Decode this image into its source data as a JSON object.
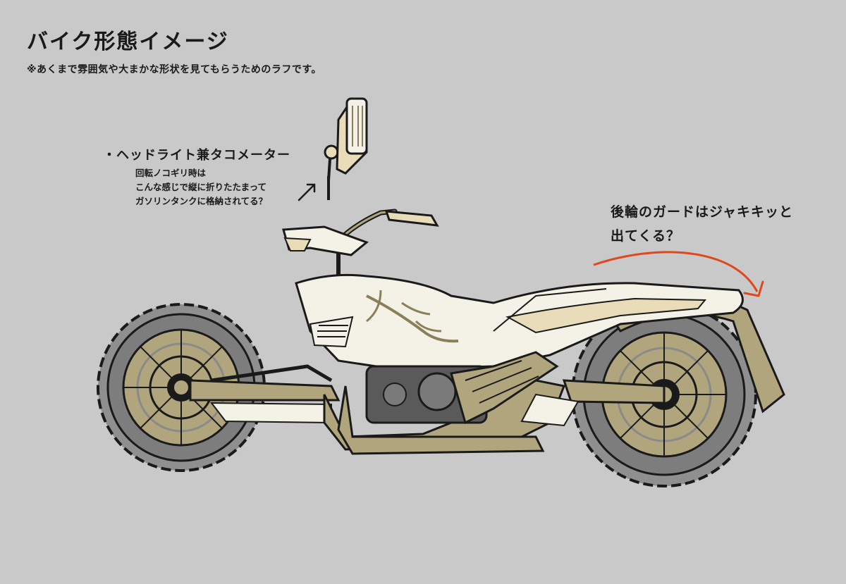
{
  "title": "バイク形態イメージ",
  "subtitle": "※あくまで雰囲気や大まかな形状を見てもらうためのラフです。",
  "headlight_note": {
    "heading": "・ヘッドライト兼タコメーター",
    "lines": [
      "回転ノコギリ時は",
      "こんな感じで縦に折りたたまって",
      "ガソリンタンクに格納されてる？"
    ]
  },
  "rear_guard_note": {
    "lines": [
      "後輪のガードはジャキキッと",
      "出てくる？"
    ]
  },
  "colors": {
    "background": "#c9c9c9",
    "gold": "#b0a57c",
    "ivory": "#f4f1e6",
    "cream": "#e9dcb9",
    "tire": "#8f8f8f",
    "engine": "#5a5a5a",
    "arrow": "#e0481c"
  }
}
